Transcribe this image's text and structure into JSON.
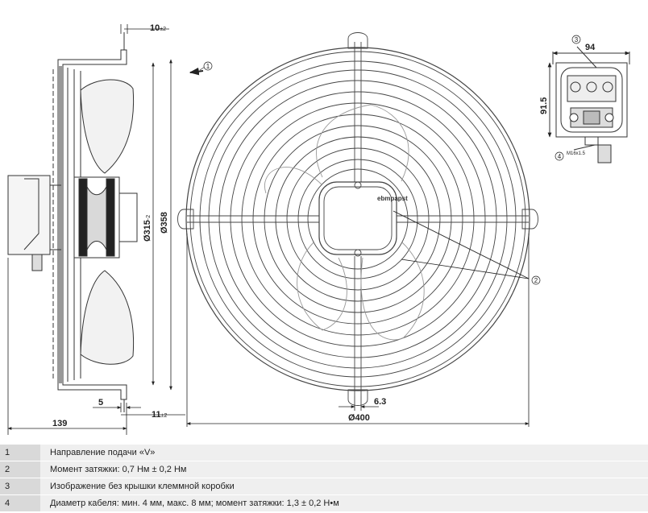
{
  "dimensions": {
    "d10": "10",
    "d10_tol": "±2",
    "d315": "Ø315",
    "d315_tol": "-2",
    "d358": "Ø358",
    "d5": "5",
    "d11": "11",
    "d11_tol": "±2",
    "d139": "139",
    "d6_3": "6.3",
    "d400": "Ø400",
    "d94": "94",
    "d91_5": "91.5",
    "thread": "M16x1.5"
  },
  "callouts": [
    "1",
    "2",
    "3",
    "4"
  ],
  "brand_label": "ebmpapst",
  "legend": [
    {
      "num": "1",
      "text": "Направление подачи «V»"
    },
    {
      "num": "2",
      "text": "Момент затяжки: 0,7 Нм ± 0,2 Нм"
    },
    {
      "num": "3",
      "text": "Изображение без крышки клеммной коробки"
    },
    {
      "num": "4",
      "text": "Диаметр кабеля: мин. 4 мм, макс. 8 мм; момент затяжки: 1,3 ± 0,2 Н•м"
    }
  ]
}
